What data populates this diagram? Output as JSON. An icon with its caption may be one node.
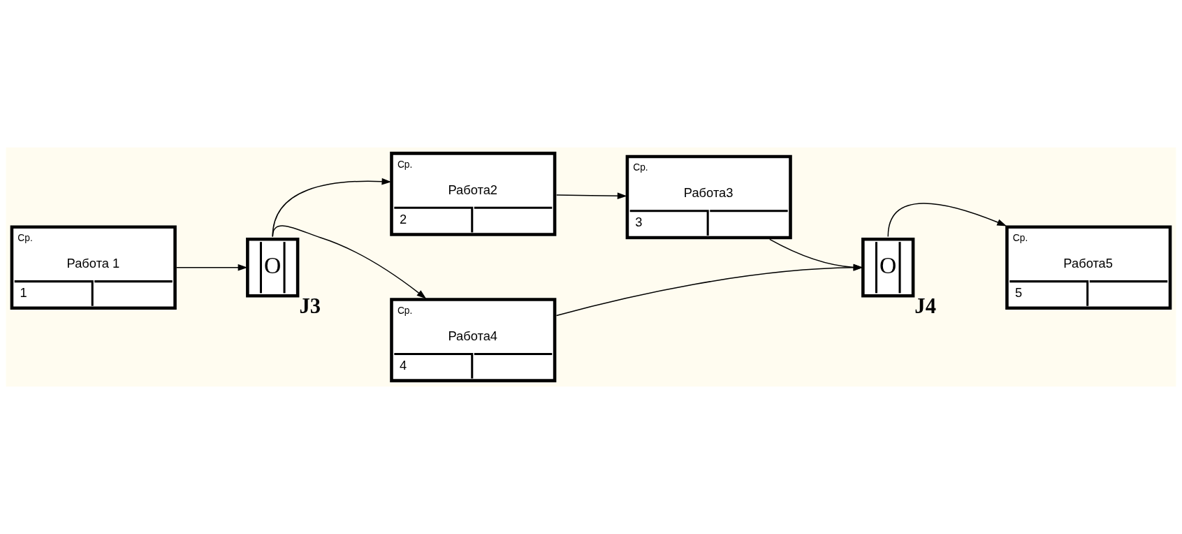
{
  "diagram": {
    "nodes": [
      {
        "text": [
          "Ср.",
          "Работа 1",
          "1"
        ]
      },
      {
        "text": [
          "O"
        ],
        "beside": [
          "J3"
        ]
      },
      {
        "text": [
          "Ср.",
          "Работа2",
          "2"
        ]
      },
      {
        "text": [
          "Ср.",
          "Работа3",
          "3"
        ]
      },
      {
        "text": [
          "Ср.",
          "Работа4",
          "4"
        ]
      },
      {
        "text": [
          "O"
        ],
        "beside": [
          "J4"
        ]
      },
      {
        "text": [
          "Ср.",
          "Работа5",
          "5"
        ]
      }
    ],
    "edges": [
      {
        "from": 0,
        "to": 1,
        "arrow": "to"
      },
      {
        "from": 1,
        "to": 2,
        "arrow": "to"
      },
      {
        "from": 2,
        "to": 3,
        "arrow": "to"
      },
      {
        "from": 3,
        "to": 5,
        "arrow": "to"
      },
      {
        "from": 1,
        "to": 4,
        "arrow": "to"
      },
      {
        "from": 4,
        "to": 5,
        "arrow": "to"
      },
      {
        "from": 5,
        "to": 6,
        "arrow": "to"
      }
    ]
  }
}
